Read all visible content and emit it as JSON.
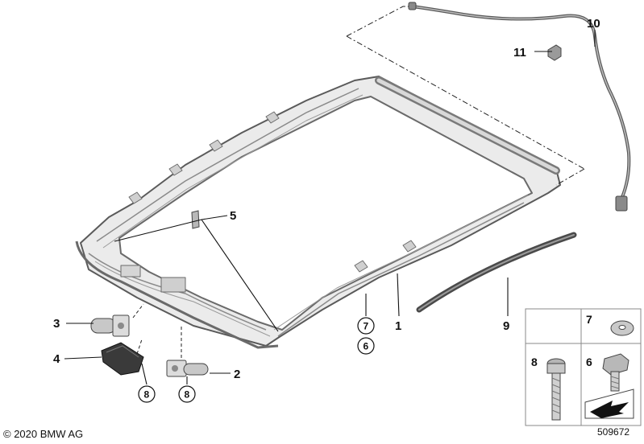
{
  "callouts": {
    "c1": "1",
    "c2": "2",
    "c3": "3",
    "c4": "4",
    "c5": "5",
    "c6": "6",
    "c7": "7",
    "c8": "8",
    "c9": "9",
    "c10": "10",
    "c11": "11"
  },
  "circled": {
    "c7": "7",
    "c6": "6",
    "c8_left": "8",
    "c8_right": "8"
  },
  "parts_table": {
    "cell7": "7",
    "cell8": "8",
    "cell6": "6"
  },
  "footer": {
    "copyright": "© 2020 BMW AG",
    "doc_number": "509672"
  }
}
